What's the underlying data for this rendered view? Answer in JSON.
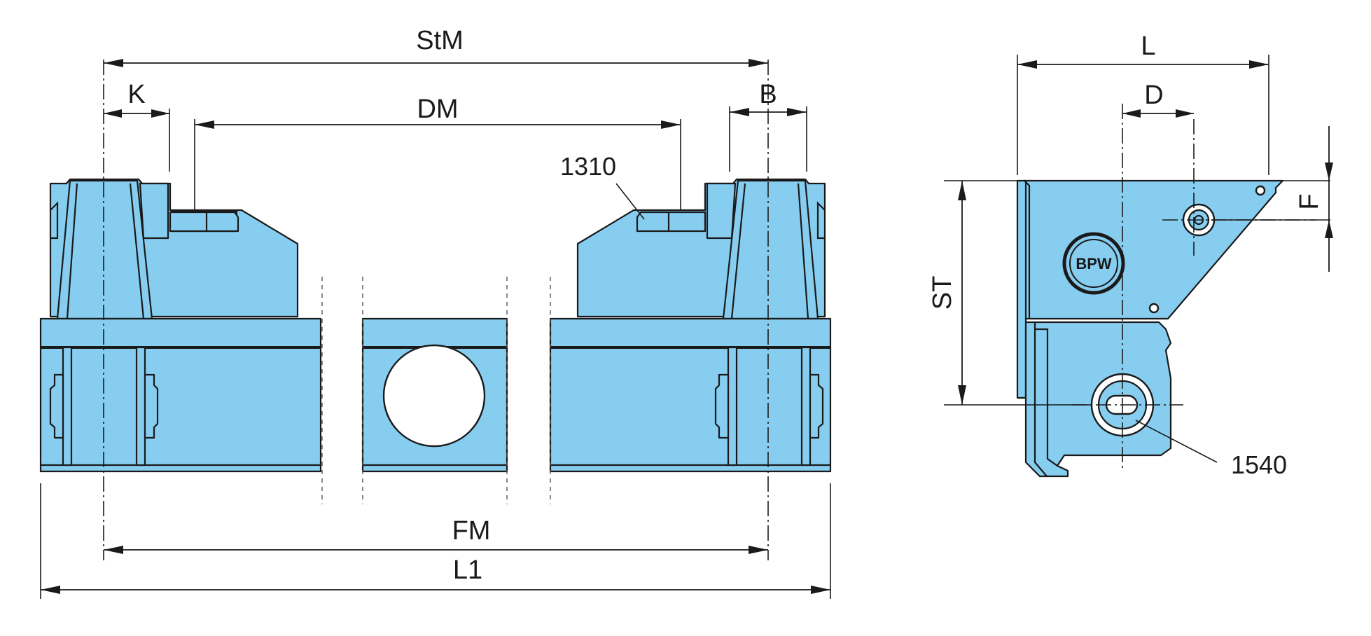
{
  "dimensions": {
    "stm": "StM",
    "k": "K",
    "dm": "DM",
    "b": "B",
    "fm": "FM",
    "l1": "L1",
    "l": "L",
    "d": "D",
    "f": "F",
    "st": "ST"
  },
  "callouts": {
    "part_1310": "1310",
    "part_1540": "1540"
  },
  "logo": {
    "text": "BPW"
  },
  "colors": {
    "part_fill": "#86cdf0",
    "outline": "#1a1a1a",
    "background": "#ffffff"
  }
}
